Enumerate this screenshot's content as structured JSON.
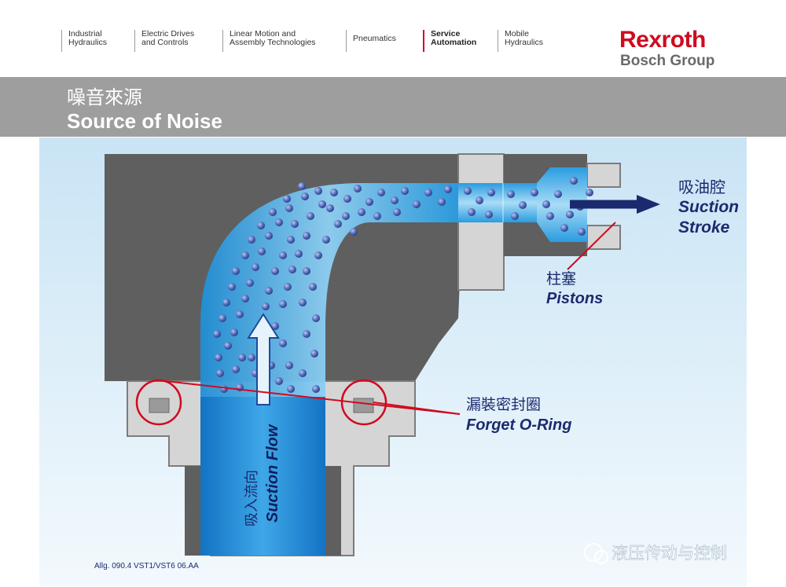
{
  "nav": [
    {
      "label": "Industrial\nHydraulics",
      "active": false
    },
    {
      "label": "Electric Drives\nand Controls",
      "active": false
    },
    {
      "label": "Linear Motion and\nAssembly Technologies",
      "active": false
    },
    {
      "label": "Pneumatics",
      "active": false
    },
    {
      "label": "Service\nAutomation",
      "active": true
    },
    {
      "label": "Mobile\nHydraulics",
      "active": false
    }
  ],
  "logo": {
    "main": "Rexroth",
    "sub": "Bosch Group"
  },
  "title": {
    "cn": "噪音來源",
    "en": "Source of Noise"
  },
  "diagram": {
    "suction_stroke": {
      "cn": "吸油腔",
      "en1": "Suction",
      "en2": "Stroke"
    },
    "pistons": {
      "cn": "柱塞",
      "en": "Pistons"
    },
    "oring": {
      "cn": "漏裝密封圈",
      "en": "Forget O-Ring"
    },
    "suction_flow": {
      "cn": "吸入流向",
      "en": "Suction Flow"
    },
    "ref": "Allg. 090.4 VST1/VST6 06.AA",
    "watermark": "液压传动与控制"
  },
  "colors": {
    "brand_red": "#d00a1f",
    "label_navy": "#1b2a6e",
    "body_gray": "#5e5e5e",
    "fluid_blue": "#2aa0e0",
    "bubble": "#3f5db0"
  }
}
